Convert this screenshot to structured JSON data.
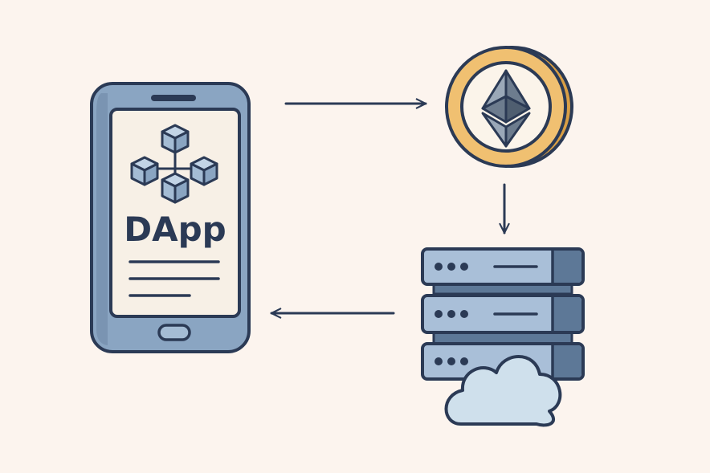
{
  "diagram": {
    "phone": {
      "label": "DApp",
      "content_lines": 3
    },
    "coin": {
      "icon": "ethereum-icon"
    },
    "server": {
      "units": 3,
      "icon": "cloud-icon"
    },
    "flows": [
      {
        "from": "phone",
        "to": "coin"
      },
      {
        "from": "coin",
        "to": "server"
      },
      {
        "from": "server",
        "to": "phone"
      }
    ]
  },
  "colors": {
    "background": "#fcf4ee",
    "outline": "#2b3a55",
    "device_blue": "#8aa5c2",
    "device_dark": "#5d7897",
    "screen": "#f7f0e6",
    "cube_blue": "#a4bcd4",
    "coin_gold": "#f0c071",
    "coin_face": "#fbf4ea",
    "eth_light": "#9aa8b8",
    "eth_dark": "#6d7c8e",
    "server_light": "#a9bfd8",
    "cloud": "#cfe0ec"
  }
}
